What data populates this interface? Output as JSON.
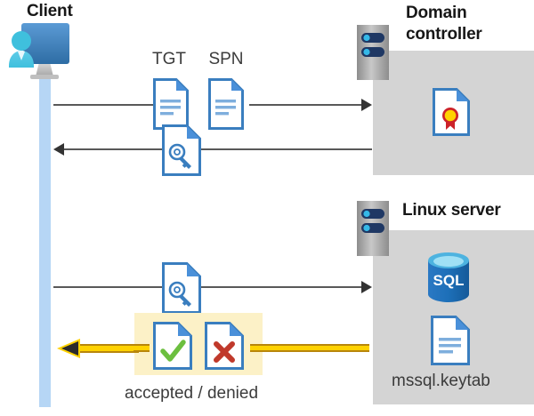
{
  "diagram": {
    "title_client": "Client",
    "title_domain_controller": "Domain\ncontroller",
    "title_domain_controller_line1": "Domain",
    "title_domain_controller_line2": "controller",
    "title_linux_server": "Linux server",
    "label_tgt": "TGT",
    "label_spn": "SPN",
    "label_keytab": "mssql.keytab",
    "label_result": "accepted / denied",
    "label_sql": "SQL",
    "icons": {
      "client": "client-workstation-icon",
      "server_rack": "server-rack-icon",
      "document": "document-icon",
      "key_document": "key-document-icon",
      "certificate_document": "certificate-document-icon",
      "accepted_document": "accepted-check-document-icon",
      "denied_document": "denied-cross-document-icon",
      "database": "sql-database-icon",
      "keytab_document": "keytab-document-icon"
    },
    "colors": {
      "panel_gray": "#d4d4d4",
      "line_gray": "#595959",
      "lifeline_blue": "#b6d6f5",
      "doc_blue": "#3a7ebf",
      "doc_fold_blue": "#4a90d9",
      "highlight_yellow": "#fcf1c7",
      "arrow_yellow": "#ffd200",
      "arrow_yellow_dark": "#b8860b",
      "check_green": "#6cbf3f",
      "cross_red": "#c0392b",
      "sql_blue": "#1d6fb8",
      "cert_red": "#cc2229",
      "cert_gold": "#ffd200",
      "text_dark": "#171717",
      "text_gray": "#3b3b3b"
    },
    "flows": [
      {
        "name": "client-to-dc-request",
        "direction": "right",
        "payload": [
          "TGT",
          "SPN"
        ]
      },
      {
        "name": "dc-to-client-ticket",
        "direction": "left",
        "payload": [
          "key-document"
        ]
      },
      {
        "name": "client-to-linux-ticket",
        "direction": "right",
        "payload": [
          "key-document"
        ]
      },
      {
        "name": "linux-to-client-result",
        "direction": "left",
        "payload": [
          "accepted",
          "denied"
        ],
        "highlighted": true
      }
    ]
  }
}
